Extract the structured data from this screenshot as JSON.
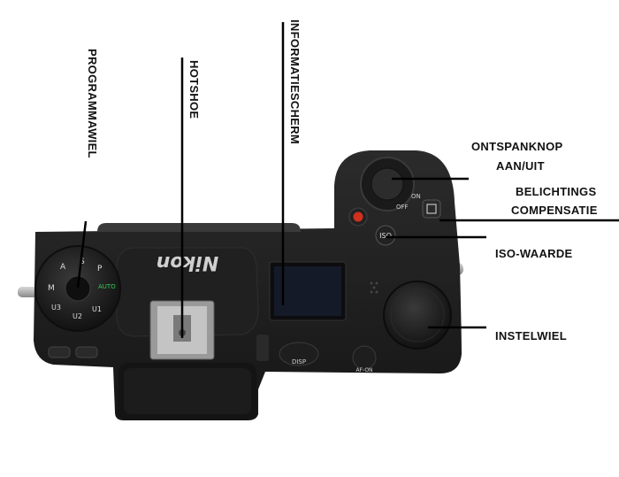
{
  "camera": {
    "brand": "Nikon",
    "dial_modes": [
      "P",
      "S",
      "A",
      "M",
      "U3",
      "U2",
      "U1",
      "AUTO"
    ],
    "button_iso": "ISO",
    "button_disp": "DISP",
    "button_afon": "AF-ON",
    "switch_off": "OFF",
    "switch_on": "ON"
  },
  "labels": {
    "programmawiel": "PROGRAMMAWIEL",
    "hotshoe": "HOTSHOE",
    "informatiescherm": "INFORMATIESCHERM",
    "ontspanknop_line1": "ONTSPANKNOP",
    "ontspanknop_line2": "AAN/UIT",
    "belichting_line1": "BELICHTINGS",
    "belichting_line2": "COMPENSATIE",
    "iso_waarde": "ISO-WAARDE",
    "instelwiel": "INSTELWIEL"
  }
}
